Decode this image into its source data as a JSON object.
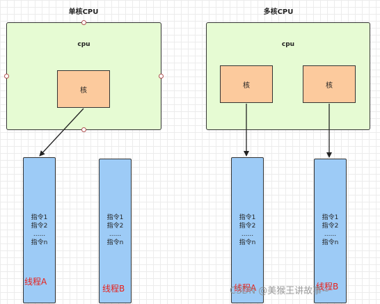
{
  "left": {
    "title": "单核CPU",
    "cpu_label": "cpu",
    "core_label": "核",
    "threads": [
      {
        "name": "线程A",
        "lines": [
          "指令1",
          "指令2",
          "......",
          "指令n"
        ]
      },
      {
        "name": "线程B",
        "lines": [
          "指令1",
          "指令2",
          "......",
          "指令n"
        ]
      }
    ]
  },
  "right": {
    "title": "多核CPU",
    "cpu_label": "cpu",
    "cores": [
      "核",
      "核"
    ],
    "threads": [
      {
        "name": "线程A",
        "lines": [
          "指令1",
          "指令2",
          "......",
          "指令n"
        ]
      },
      {
        "name": "线程B",
        "lines": [
          "指令1",
          "指令2",
          "......",
          "指令n"
        ]
      }
    ]
  },
  "watermark": "CSDN @美猴王讲故事~",
  "colors": {
    "cpu_fill": "#e6fbd3",
    "core_fill": "#fcca9d",
    "thread_fill": "#9dcbf6",
    "thread_name": "#e8201b"
  }
}
